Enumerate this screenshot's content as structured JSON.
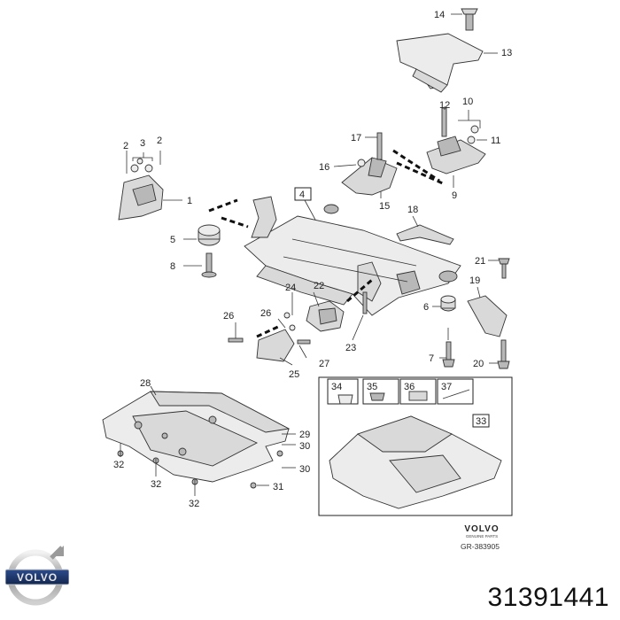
{
  "callouts": {
    "c1": "1",
    "c2a": "2",
    "c2b": "2",
    "c3": "3",
    "c4": "4",
    "c5": "5",
    "c6": "6",
    "c7": "7",
    "c8": "8",
    "c9": "9",
    "c10": "10",
    "c11": "11",
    "c12": "12",
    "c13": "13",
    "c14": "14",
    "c15": "15",
    "c16": "16",
    "c17": "17",
    "c18": "18",
    "c19": "19",
    "c20": "20",
    "c21": "21",
    "c22": "22",
    "c23": "23",
    "c24": "24",
    "c25": "25",
    "c26a": "26",
    "c26b": "26",
    "c27": "27",
    "c28": "28",
    "c29": "29",
    "c30a": "30",
    "c30b": "30",
    "c31": "31",
    "c32a": "32",
    "c32b": "32",
    "c32c": "32",
    "c33": "33",
    "c34": "34",
    "c35": "35",
    "c36": "36",
    "c37": "37"
  },
  "brand": {
    "logo_text": "VOLVO",
    "genuine_parts": "GENUINE PARTS",
    "drawing_ref": "GR-383905",
    "badge_text": "VOLVO"
  },
  "part_number": "31391441",
  "colors": {
    "line": "#333333",
    "fill": "#d9d9d9",
    "background": "#ffffff"
  }
}
